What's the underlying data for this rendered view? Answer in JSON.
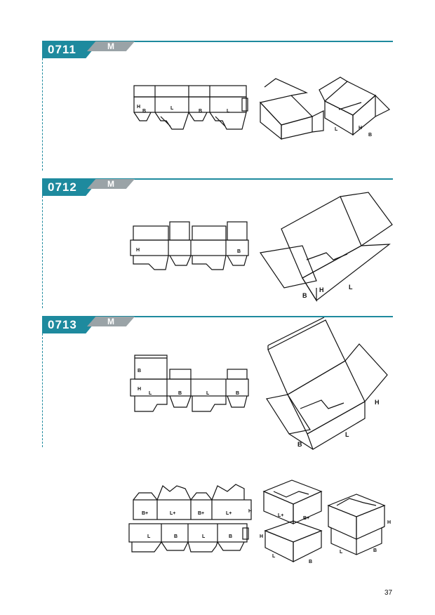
{
  "sections": [
    {
      "code": "0711",
      "category": "M"
    },
    {
      "code": "0712",
      "category": "M"
    },
    {
      "code": "0713",
      "category": "M"
    }
  ],
  "dim_labels": {
    "L": "L",
    "B": "B",
    "H": "H",
    "L_plus": "L+",
    "B_plus": "B+"
  },
  "page_number": "37",
  "colors": {
    "accent": "#1e8a9e",
    "category_tab": "#9aa3a7",
    "line": "#111111"
  }
}
